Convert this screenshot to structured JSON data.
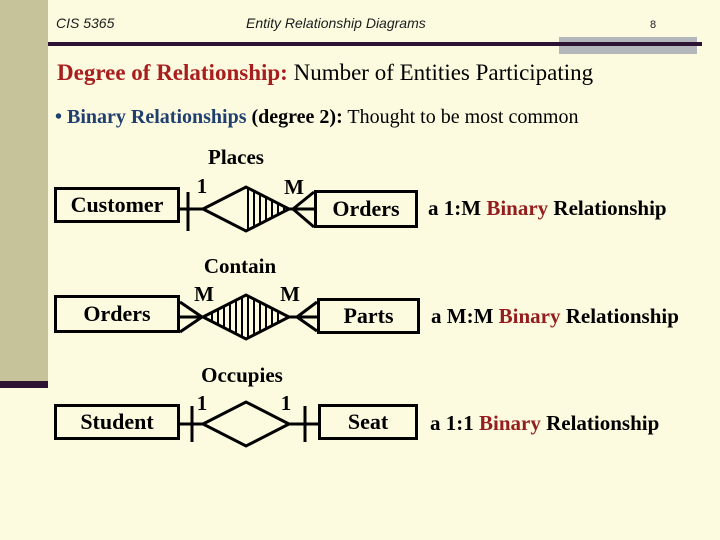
{
  "slide": {
    "colors": {
      "bg": "#fcfbe0",
      "sidebar": "#c6c29a",
      "accent-dark": "#2e1234",
      "accent-gray": "#b3b6bb",
      "title-red": "#a81e1e",
      "binary-red": "#941e1e",
      "navy": "#1f3f6e",
      "ink": "#000000"
    },
    "header": {
      "course": "CIS 5365",
      "title": "Entity Relationship Diagrams",
      "page_number": "8"
    },
    "title": {
      "lead": "Degree of Relationship:",
      "rest": " Number of Entities Participating"
    },
    "bullet": {
      "marker": "•",
      "lead": " Binary Relationships",
      "mid": " (degree 2):",
      "rest": " Thought to be most common"
    },
    "diagrams": [
      {
        "relationship": "Places",
        "left_entity": "Customer",
        "right_entity": "Orders",
        "left_cardinality": "1",
        "right_cardinality": "M",
        "caption_prefix": "a 1:M ",
        "caption_highlight": "Binary",
        "caption_suffix": " Relationship"
      },
      {
        "relationship": "Contain",
        "left_entity": "Orders",
        "right_entity": "Parts",
        "left_cardinality": "M",
        "right_cardinality": "M",
        "caption_prefix": "a M:M ",
        "caption_highlight": "Binary",
        "caption_suffix": " Relationship"
      },
      {
        "relationship": "Occupies",
        "left_entity": "Student",
        "right_entity": "Seat",
        "left_cardinality": "1",
        "right_cardinality": "1",
        "caption_prefix": "a 1:1 ",
        "caption_highlight": "Binary",
        "caption_suffix": " Relationship"
      }
    ]
  }
}
